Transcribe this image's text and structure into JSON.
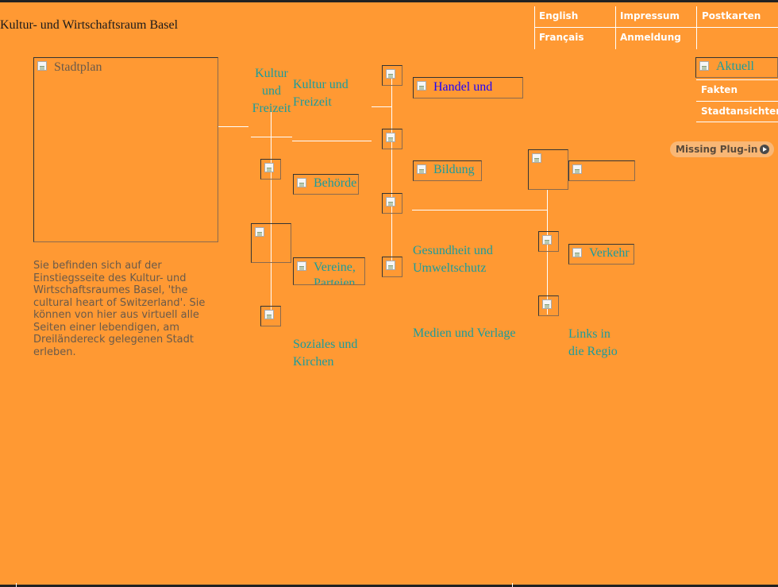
{
  "site_title": "Kultur- und Wirtschaftsraum Basel",
  "top_nav": {
    "english": "English",
    "francais": "Français",
    "impressum": "Impressum",
    "anmeldung": "Anmeldung",
    "postkarten": "Postkarten"
  },
  "map": {
    "label": "Stadtplan"
  },
  "diagram": {
    "kultur_freizeit_alt": "Kultur und Freizeit",
    "kultur_freizeit_text": "Kultur und Freizeit",
    "handel": "Handel und",
    "behoerden": "Behörden",
    "bildung": "Bildung",
    "vereine": "Vereine, Parteien",
    "gesundheit": "Gesundheit und Umweltschutz",
    "soziales": "Soziales und Kirchen",
    "medien": "Medien und Verlage",
    "verkehr": "Verkehr",
    "links_regio": "Links in die Regio"
  },
  "description": "Sie befinden sich auf der Einstiegsseite des Kultur- und Wirtschaftsraumes Basel, 'the cultural heart of Switzerland'. Sie können von hier aus virtuell alle Seiten einer lebendigen, am Dreiländereck gelegenen Stadt erleben.",
  "right_nav": {
    "aktuell": "Aktuell",
    "fakten": "Fakten",
    "stadtansichten": "Stadtansichten"
  },
  "plugin": {
    "label": "Missing Plug-in"
  },
  "colors": {
    "background": "#ff9933",
    "link_teal": "#1a9c9c",
    "link_blue": "#1a00ff",
    "nav_text": "#ffffff"
  }
}
